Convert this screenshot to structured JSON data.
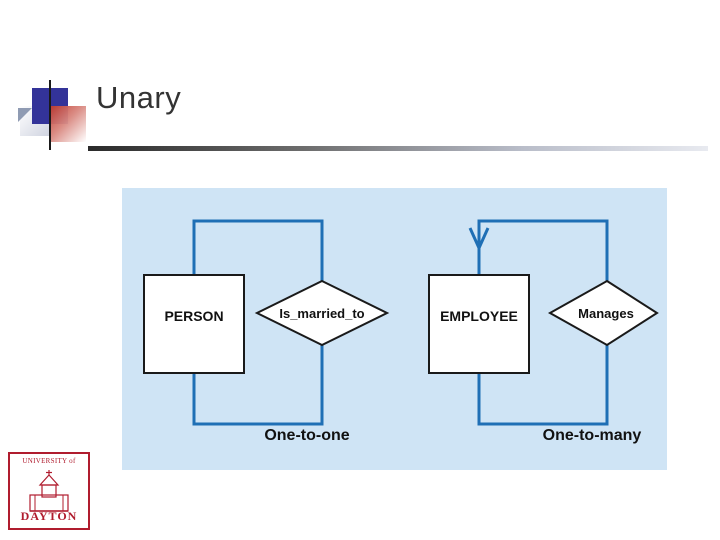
{
  "slide": {
    "title": "Unary",
    "decoration": {
      "navy_color": "#333399",
      "red_color": "#c0392b",
      "rule_color": "#2a2a2a"
    }
  },
  "diagram": {
    "background_color": "#cfe4f5",
    "line_color": "#1f6fb5",
    "box_fill": "#ffffff",
    "left": {
      "entity": "PERSON",
      "relationship": "Is_married_to",
      "caption": "One-to-one"
    },
    "right": {
      "entity": "EMPLOYEE",
      "relationship": "Manages",
      "caption": "One-to-many"
    }
  },
  "logo": {
    "top_text": "UNIVERSITY of",
    "bottom_text": "DAYTON",
    "border_color": "#b01c2e"
  }
}
